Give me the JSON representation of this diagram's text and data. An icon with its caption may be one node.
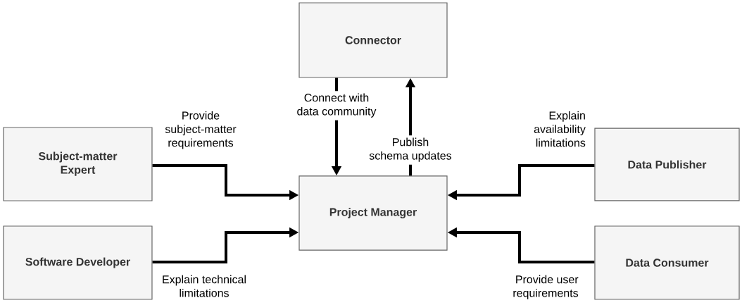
{
  "diagram": {
    "nodes": [
      {
        "text": [
          "Connector"
        ]
      },
      {
        "text": [
          "Subject-matter Expert"
        ]
      },
      {
        "text": [
          "Project Manager"
        ]
      },
      {
        "text": [
          "Data Publisher"
        ]
      },
      {
        "text": [
          "Software Developer"
        ]
      },
      {
        "text": [
          "Data Consumer"
        ]
      }
    ],
    "edges": [
      {
        "from": 1,
        "to": 2,
        "arrow": "to",
        "label": "Provide subject-matter requirements"
      },
      {
        "from": 4,
        "to": 2,
        "arrow": "to",
        "label": "Explain technical limitations"
      },
      {
        "from": 0,
        "to": 2,
        "arrow": "to",
        "label": "Connect with data community"
      },
      {
        "from": 2,
        "to": 0,
        "arrow": "to",
        "label": "Publish schema updates"
      },
      {
        "from": 3,
        "to": 2,
        "arrow": "to",
        "label": "Explain availability limitations"
      },
      {
        "from": 5,
        "to": 2,
        "arrow": "to",
        "label": "Provide user requirements"
      }
    ]
  }
}
